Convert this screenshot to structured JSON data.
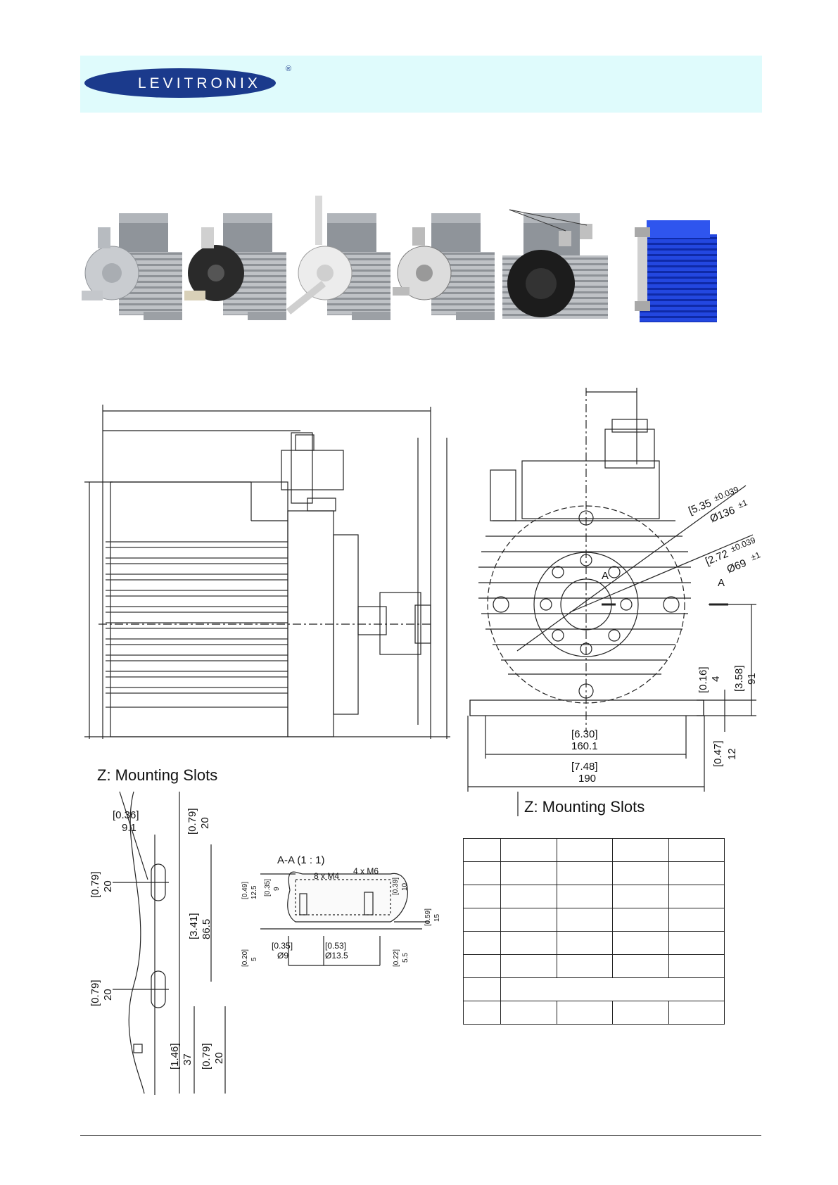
{
  "brand": {
    "name": "LEVITRONIX",
    "mark": "®",
    "band_color": "#dffbfc",
    "ellipse_color": "#1b3a8c"
  },
  "product_photos": [
    {
      "variant": "aluminum-pump-head",
      "color": "#c9ccd0"
    },
    {
      "variant": "black-pump-head",
      "color": "#2a2a2a"
    },
    {
      "variant": "white-pump-head-long-pipe",
      "color": "#e8e8e8"
    },
    {
      "variant": "stainless-pump-head",
      "color": "#d8d8d8"
    },
    {
      "variant": "flow-sensor-ring",
      "color": "#9a9a9a"
    },
    {
      "variant": "blue-motor",
      "color": "#1a3fd6"
    }
  ],
  "side_view": {
    "icons": [
      "motor-housing-side",
      "pump-head-side"
    ]
  },
  "front_view": {
    "section_marker_left": "A",
    "section_marker_right": "A",
    "dims": {
      "bolt_circle_outer_in": "[5.35",
      "bolt_circle_outer_tol_in": "±0.039",
      "bolt_circle_outer_mm": "Ø136",
      "bolt_circle_outer_tol_mm": "±1",
      "bolt_circle_inner_in": "[2.72",
      "bolt_circle_inner_tol_in": "±0.039",
      "bolt_circle_inner_mm": "Ø69",
      "bolt_circle_inner_tol_mm": "±1",
      "center_height_in": "[3.58]",
      "center_height_mm": "91",
      "foot_thickness_in": "[0.16]",
      "foot_thickness_mm": "4",
      "foot_height_in": "[0.47]",
      "foot_height_mm": "12",
      "slot_spacing_in": "[6.30]",
      "slot_spacing_mm": "160.1",
      "base_width_in": "[7.48]",
      "base_width_mm": "190"
    },
    "caption": "Z: Mounting Slots"
  },
  "mounting_slots_detail": {
    "title": "Z: Mounting Slots",
    "dims": {
      "edge_in": "[0.36]",
      "edge_mm": "9.1",
      "top_in": "[0.79]",
      "top_mm": "20",
      "slot1_in": "[0.79]",
      "slot1_mm": "20",
      "pitch_in": "[3.41]",
      "pitch_mm": "86.5",
      "slot2_in": "[0.79]",
      "slot2_mm": "20",
      "bottom_in": "[1.46]",
      "bottom_mm": "37",
      "end_in": "[0.79]",
      "end_mm": "20"
    }
  },
  "section_aa": {
    "title": "A-A  (1 : 1)",
    "threads_small": "8 x M4",
    "threads_large": "4 x M6",
    "dims": {
      "h1_in": "[0.49]",
      "h1_mm": "12.5",
      "h2_in": "[0.35]",
      "h2_mm": "9",
      "h3_in": "[0.39]",
      "h3_mm": "10",
      "h4_in": "[0.59]",
      "h4_mm": "15",
      "b1_in": "[0.20]",
      "b1_mm": "5",
      "d1_in": "[0.35]",
      "d1_mm": "Ø9",
      "d2_in": "[0.53]",
      "d2_mm": "Ø13.5",
      "b2_in": "[0.22]",
      "b2_mm": "5.5"
    }
  },
  "spec_table": {
    "rows": 8,
    "cols": 5,
    "merged_row": 6
  }
}
